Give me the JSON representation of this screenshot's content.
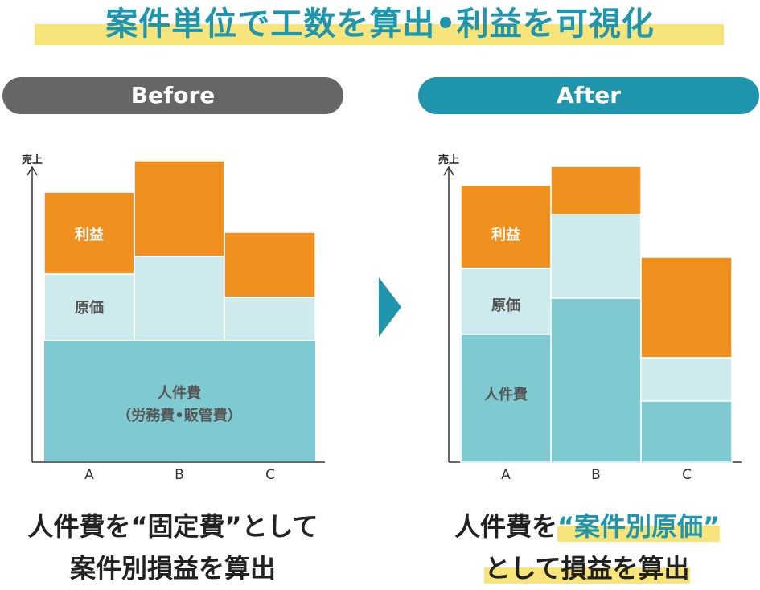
{
  "title": "案件単位で工数を算出•利益を可視化",
  "before": {
    "header": "Before",
    "y_axis_label": "売上",
    "categories": [
      "A",
      "B",
      "C"
    ],
    "labels": {
      "profit": "利益",
      "cost": "原価",
      "labor_line1": "人件費",
      "labor_line2": "（労務費•販管費）"
    },
    "caption_line1_a": "人件費を“固定費”として",
    "caption_line2": "案件別損益を算出"
  },
  "after": {
    "header": "After",
    "y_axis_label": "売上",
    "categories": [
      "A",
      "B",
      "C"
    ],
    "labels": {
      "profit": "利益",
      "cost": "原価",
      "labor": "人件費"
    },
    "caption_line1_a": "人件費を",
    "caption_line1_b": "“案件別原価”",
    "caption_line2": "として損益を算出"
  },
  "colors": {
    "profit": "#f0901e",
    "cost": "#cdebed",
    "labor": "#7ecad0",
    "teal": "#1f96ad",
    "gray": "#666666",
    "highlight": "#f7e47a"
  }
}
